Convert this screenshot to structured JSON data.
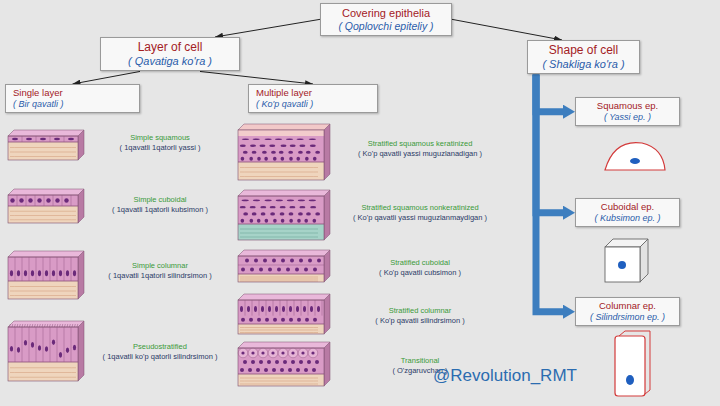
{
  "diagram": {
    "nodes": [
      {
        "text": [
          "Covering epithelia",
          "( Qoplovchi epiteliy )"
        ]
      },
      {
        "text": [
          "Layer of cell",
          "( Qavatiga ko'ra )"
        ]
      },
      {
        "text": [
          "Shape of cell",
          "( Shakliga ko'ra )"
        ]
      },
      {
        "text": [
          "Single layer",
          "( Bir qavatli )"
        ]
      },
      {
        "text": [
          "Multiple layer",
          "( Ko'p qavatli )"
        ]
      },
      {
        "text": [
          "Squamous ep.",
          "( Yassi ep. )"
        ]
      },
      {
        "text": [
          "Cuboidal ep.",
          "( Kubsimon ep. )"
        ]
      },
      {
        "text": [
          "Columnar ep.",
          "( Silindrsimon ep. )"
        ]
      }
    ],
    "edges": [
      {
        "from": 0,
        "to": 1,
        "arrow": "to"
      },
      {
        "from": 0,
        "to": 2,
        "arrow": "to"
      },
      {
        "from": 1,
        "to": 3,
        "arrow": "to"
      },
      {
        "from": 1,
        "to": 4,
        "arrow": "to"
      },
      {
        "from": 2,
        "to": 5,
        "arrow": "to"
      },
      {
        "from": 2,
        "to": 6,
        "arrow": "to"
      },
      {
        "from": 2,
        "to": 7,
        "arrow": "to"
      }
    ],
    "labels": [
      "Simple squamous",
      "( 1qavatli 1qatorli yassi )",
      "Simple cuboidal",
      "( 1qavatli 1qatorli kubsimon )",
      "Simple columnar",
      "( 1qavatli 1qatorli silindrsimon )",
      "Pseudostratified",
      "( 1qavatli ko'p qatorli silindrsimon )",
      "Stratified squamous keratinized",
      "( Ko'p qavatli yassi muguzlanadigan )",
      "Stratified squamous nonkeratinized",
      "( Ko'p qavatli yassi muguzlanmaydigan )",
      "Stratified cuboidal",
      "( Ko'p qavatli cubsimon )",
      "Stratified columnar",
      "( Ko'p qavatli silindrsimon )",
      "Transitional",
      "( O'zgaruvchan )",
      "@Revolution_RMT"
    ]
  }
}
